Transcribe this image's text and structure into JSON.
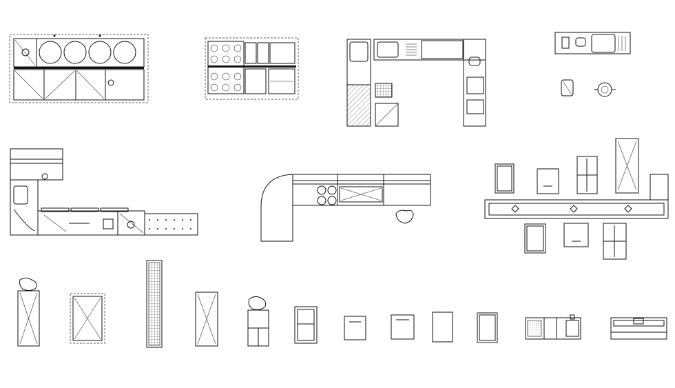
{
  "drawing": {
    "stroke_color": "#111111",
    "background_color": "#ffffff",
    "blocks": [
      {
        "name": "cooking-line-with-round-kettles"
      },
      {
        "name": "range-line-with-burners"
      },
      {
        "name": "u-shaped-kitchen"
      },
      {
        "name": "sink-counter-small"
      },
      {
        "name": "utility-cart-small"
      },
      {
        "name": "kettle-pot-small"
      },
      {
        "name": "l-shaped-prep-line"
      },
      {
        "name": "curved-service-counter"
      },
      {
        "name": "counter-with-equipment-row"
      },
      {
        "name": "cart-with-bin"
      },
      {
        "name": "crossed-table-dashed"
      },
      {
        "name": "floor-grating-strip"
      },
      {
        "name": "crossed-table"
      },
      {
        "name": "cart-with-bin-2"
      },
      {
        "name": "storage-unit"
      },
      {
        "name": "small-cabinet-row"
      },
      {
        "name": "sink-counter-bottom"
      },
      {
        "name": "equipment-counter-bottom"
      }
    ]
  }
}
